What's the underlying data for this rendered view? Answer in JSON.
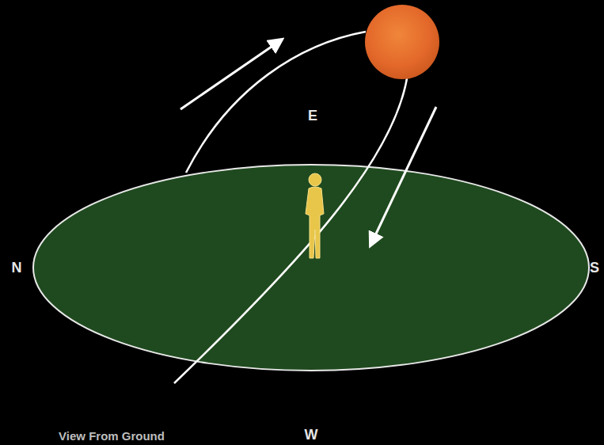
{
  "diagram": {
    "labels": [
      "E",
      "N",
      "S",
      "W",
      "View From Ground"
    ]
  }
}
